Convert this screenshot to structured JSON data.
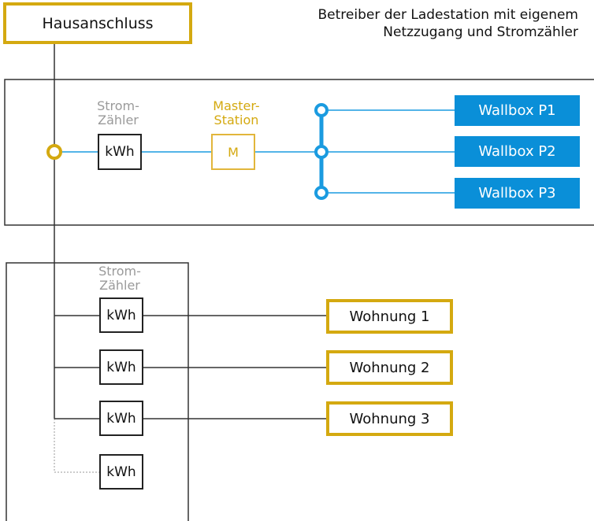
{
  "house_connection": {
    "label": "Hausanschluss"
  },
  "title": {
    "line1": "Betreiber der Ladestation mit eigenem",
    "line2": "Netzzugang und Stromzähler"
  },
  "charging_section": {
    "meter_label_line1": "Strom-",
    "meter_label_line2": "Zähler",
    "meter_unit": "kWh",
    "master_label_line1": "Master-",
    "master_label_line2": "Station",
    "master_symbol": "M",
    "wallboxes": [
      "Wallbox P1",
      "Wallbox P2",
      "Wallbox P3"
    ]
  },
  "apartment_section": {
    "meter_label_line1": "Strom-",
    "meter_label_line2": "Zähler",
    "meters": [
      "kWh",
      "kWh",
      "kWh",
      "kWh"
    ],
    "apartments": [
      "Wohnung 1",
      "Wohnung 2",
      "Wohnung 3"
    ]
  },
  "colors": {
    "gold": "#d4a910",
    "blue": "#0a8fd8",
    "line": "#333333",
    "gray_text": "#9a9a9a"
  }
}
